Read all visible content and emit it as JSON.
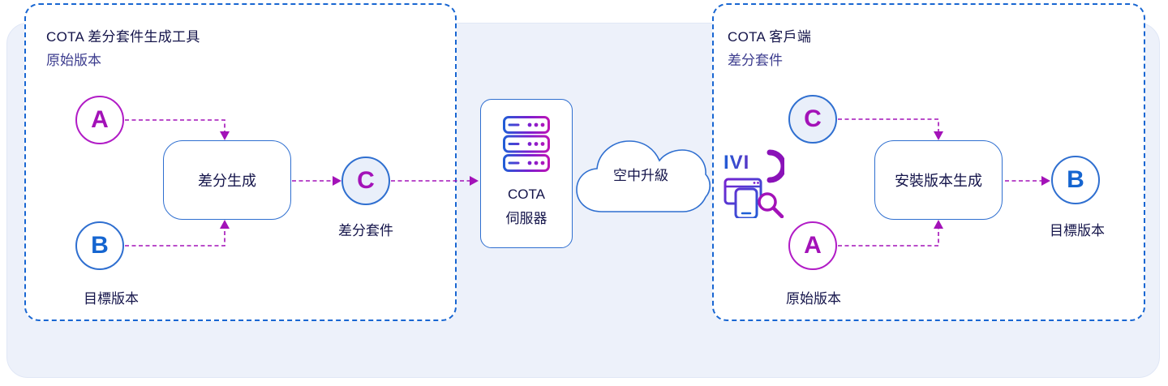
{
  "diagram": {
    "left_panel": {
      "title": "COTA 差分套件生成工具",
      "subtitle": "原始版本",
      "node_a_letter": "A",
      "node_b_letter": "B",
      "node_b_label": "目標版本",
      "process_label": "差分生成",
      "node_c_letter": "C",
      "node_c_label": "差分套件"
    },
    "server": {
      "name_line1": "COTA",
      "name_line2": "伺服器"
    },
    "cloud": {
      "label": "空中升級"
    },
    "right_panel": {
      "title": "COTA 客戶端",
      "subtitle": "差分套件",
      "device_label": "IVI",
      "node_c_letter": "C",
      "node_a_letter": "A",
      "node_a_label": "原始版本",
      "process_label": "安裝版本生成",
      "node_b_letter": "B",
      "node_b_label": "目標版本"
    },
    "colors": {
      "dashed_border": "#1866d2",
      "solid_border": "#2f6fd0",
      "arrow_magenta": "#a312b8",
      "title_text": "#14144a",
      "subtitle_text": "#3c3c8e",
      "letter_blue": "#1565d0",
      "letter_magenta": "#a312b8",
      "package_node_fill": "#e9effa",
      "panel_background": "#edf1fa",
      "server_icon_gradient_start": "#1e5fd6",
      "server_icon_gradient_end": "#c014b4"
    }
  }
}
